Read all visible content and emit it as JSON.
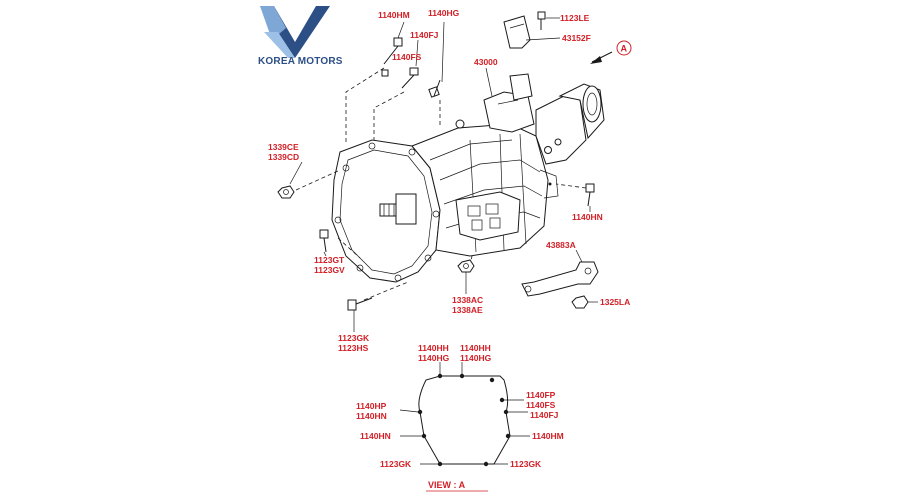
{
  "brand": {
    "name": "KOREA MOTORS"
  },
  "colors": {
    "label": "#d21f26",
    "line": "#1a1a1a",
    "logo_blue": "#2c4f86",
    "logo_light": "#7fa7d6"
  },
  "labels": {
    "l_1140HM_top": "1140HM",
    "l_1140HG_top": "1140HG",
    "l_1123LE": "1123LE",
    "l_43152F": "43152F",
    "l_1140FJ_top": "1140FJ",
    "l_1140FS_top": "1140FS",
    "l_43000": "43000",
    "l_1339CE": "1339CE",
    "l_1339CD": "1339CD",
    "l_1140HN_side": "1140HN",
    "l_43883A": "43883A",
    "l_1123GT": "1123GT",
    "l_1123GV": "1123GV",
    "l_1338AC": "1338AC",
    "l_1338AE": "1338AE",
    "l_1325LA": "1325LA",
    "l_1123GK_main": "1123GK",
    "l_1123HS": "1123HS"
  },
  "view_a": {
    "callout": "A",
    "title": "VIEW : A",
    "labels": {
      "v_1140HH_l": "1140HH",
      "v_1140HG_l": "1140HG",
      "v_1140HH_r": "1140HH",
      "v_1140HG_r": "1140HG",
      "v_1140FP": "1140FP",
      "v_1140FS": "1140FS",
      "v_1140FJ": "1140FJ",
      "v_1140HP": "1140HP",
      "v_1140HN": "1140HN",
      "v_1140HN_2": "1140HN",
      "v_1140HM": "1140HM",
      "v_1123GK_l": "1123GK",
      "v_1123GK_r": "1123GK"
    }
  }
}
